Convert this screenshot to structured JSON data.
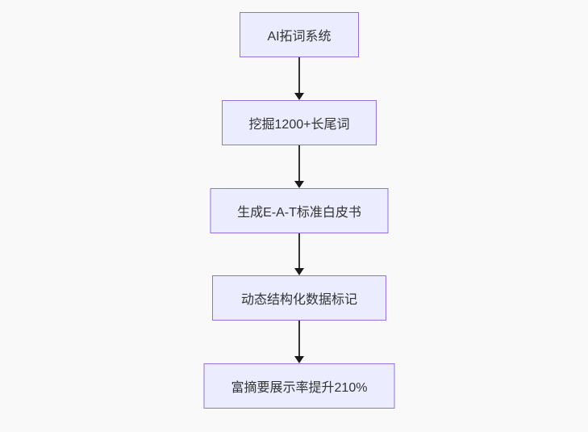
{
  "diagram": {
    "type": "flowchart",
    "direction": "top-down",
    "nodes": [
      {
        "id": "step1",
        "label": "AI拓词系统"
      },
      {
        "id": "step2",
        "label": "挖掘1200+长尾词"
      },
      {
        "id": "step3",
        "label": "生成E-A-T标准白皮书"
      },
      {
        "id": "step4",
        "label": "动态结构化数据标记"
      },
      {
        "id": "step5",
        "label": "富摘要展示率提升210%"
      }
    ],
    "edges": [
      {
        "from": "step1",
        "to": "step2"
      },
      {
        "from": "step2",
        "to": "step3"
      },
      {
        "from": "step3",
        "to": "step4"
      },
      {
        "from": "step4",
        "to": "step5"
      }
    ],
    "colors": {
      "node_fill": "#ECECFF",
      "node_border": "#9370DB",
      "edge_line": "#333333",
      "arrowhead": "#1a1a1a",
      "text": "#333333",
      "background": "#f9f9f9"
    }
  }
}
